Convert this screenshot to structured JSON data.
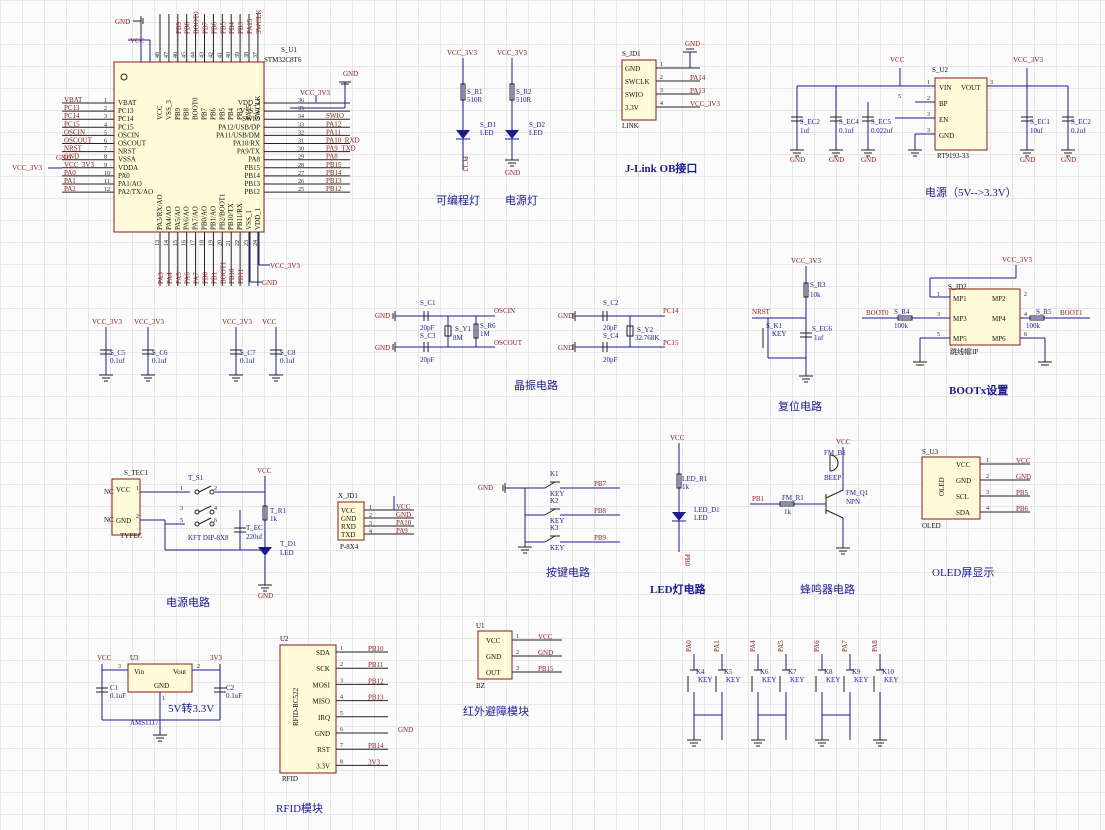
{
  "section_titles": {
    "prog_led": "可编程灯",
    "power_led": "电源灯",
    "jlink": "J-Link OB接口",
    "power_5v": "电源（5V-->3.3V）",
    "crystal": "晶振电路",
    "reset": "复位电路",
    "boot": "BOOTx设置",
    "power_circuit": "电源电路",
    "keys": "按键电路",
    "led_circuit": "LED灯电路",
    "buzzer": "蜂鸣器电路",
    "oled": "OLED屏显示",
    "ldo": "5V转3.3V",
    "ir": "红外避障模块",
    "rfid": "RFID模块"
  },
  "mcu": {
    "designator": "S_U1",
    "part": "STM32C8T6",
    "left_pins": [
      "VBAT",
      "PC13",
      "PC14",
      "PC15",
      "OSCIN",
      "OSCOUT",
      "NRST",
      "VSSA",
      "VDDA",
      "PA0",
      "PA1/AO",
      "PA2/TX/AO"
    ],
    "left_nums": [
      "1",
      "2",
      "3",
      "4",
      "5",
      "6",
      "7",
      "8",
      "9",
      "10",
      "11",
      "12"
    ],
    "right_pins": [
      "VDD_2",
      "VSS_2",
      "SWIO",
      "PA12/USB/DP",
      "PA11/USB/DM",
      "PA10/RX",
      "PA9/TX",
      "PA8",
      "PB15",
      "PB14",
      "PB13",
      "PB12"
    ],
    "right_nums": [
      "36",
      "35",
      "34",
      "33",
      "32",
      "31",
      "30",
      "29",
      "28",
      "27",
      "26",
      "25"
    ],
    "right_nets": [
      "VCC_3V3",
      "",
      "SWIO",
      "PA12",
      "PA11",
      "PA10_RXD",
      "PA9_TXD",
      "PA8",
      "PB15",
      "PB14",
      "PB13",
      "PB12"
    ],
    "left_nets": [
      "VBAT",
      "PC13",
      "PC14",
      "PC15",
      "OSCIN",
      "OSCOUT",
      "NRST",
      "GND",
      "VCC_3V3",
      "PA0",
      "PA1",
      "PA2"
    ],
    "top_pins": [
      "VCC",
      "VSS_3",
      "PB9",
      "PB8",
      "BOOT0",
      "PB7",
      "PB6",
      "PB5",
      "PB4",
      "PB3",
      "PA15",
      "SWCLK"
    ],
    "top_nums": [
      "48",
      "47",
      "46",
      "45",
      "44",
      "43",
      "42",
      "41",
      "40",
      "39",
      "38",
      "37"
    ],
    "top_nets": [
      "",
      "",
      "PB9",
      "PB8",
      "BOOT0",
      "PB7",
      "PB6",
      "PB5",
      "PB4",
      "PB3",
      "PA15",
      "SWCLK"
    ],
    "bottom_pins": [
      "PA3/RX/AO",
      "PA4/AO",
      "PA5/AO",
      "PA6/AO",
      "PA7/AO",
      "PB0/AO",
      "PB1/AO",
      "PB2/BOOT1",
      "PB10/TX",
      "PB11/RX",
      "VSS_1",
      "VDD_1"
    ],
    "bottom_nums": [
      "13",
      "14",
      "15",
      "16",
      "17",
      "18",
      "19",
      "20",
      "21",
      "22",
      "23",
      "24"
    ],
    "bottom_nets": [
      "PA3",
      "PA4",
      "PA5",
      "PA6",
      "PA7",
      "PB0",
      "PB1",
      "BOOT1",
      "PB10",
      "PB11",
      "",
      ""
    ],
    "nets_misc": {
      "gnd": "GND",
      "vcc": "VCC",
      "vcc3": "VCC_3V3"
    }
  },
  "leds_top": {
    "r1": "S_R1",
    "r1v": "510R",
    "d1": "S_D1",
    "d1t": "LED",
    "net1": "PC13",
    "r2": "S_R2",
    "r2v": "510R",
    "d2": "S_D2",
    "d2t": "LED",
    "vcc": "VCC_3V3",
    "gnd": "GND"
  },
  "jlink": {
    "designator": "S_JD1",
    "part": "LINK",
    "pins": [
      "GND",
      "SWCLK",
      "SWIO",
      "3.3V"
    ],
    "nums": [
      "1",
      "2",
      "3",
      "4"
    ],
    "nets": [
      "",
      "PA14",
      "PA13",
      "VCC_3V3"
    ],
    "gnd": "GND"
  },
  "reg": {
    "designator": "S_U2",
    "part": "RT9193-33",
    "pins": [
      "VIN",
      "VOUT",
      "BP",
      "EN",
      "GND"
    ],
    "nums": [
      "1",
      "3",
      "2",
      "3",
      "3"
    ],
    "caps": [
      [
        "S_EC2",
        "1uf"
      ],
      [
        "S_EC4",
        "0.1uf"
      ],
      [
        "S_EC5",
        "0.022uf"
      ],
      [
        "S_EC1",
        "10uf"
      ],
      [
        "S_EC2",
        "0.1uf"
      ]
    ],
    "vcc": "VCC",
    "vcc3": "VCC_3V3",
    "gnd": "GND",
    "num5": "5"
  },
  "xtal": {
    "c1": "S_C1",
    "c1v": "20pF",
    "c3": "S_C3",
    "c3v": "20pF",
    "y1": "S_Y1",
    "y1v": "8M",
    "r6": "S_R6",
    "r6v": "1M",
    "oscin": "OSCIN",
    "oscout": "OSCOUT",
    "c2": "S_C2",
    "c2v": "20pF",
    "c4": "S_C4",
    "c4v": "20pF",
    "y2": "S_Y2",
    "y2v": "32.768K",
    "pc14": "PC14",
    "pc15": "PC15",
    "gnd": "GND"
  },
  "decoup": [
    {
      "d": "S_C5",
      "v": "0.1uf",
      "net": "VCC_3V3"
    },
    {
      "d": "S_C6",
      "v": "0.1uf",
      "net": "VCC_3V3"
    },
    {
      "d": "S_C7",
      "v": "0.1uf",
      "net": "VCC_3V3"
    },
    {
      "d": "S_C8",
      "v": "0.1uf",
      "net": "VCC"
    }
  ],
  "reset": {
    "r3": "S_R3",
    "r3v": "10k",
    "k1": "S_K1",
    "k1t": "KEY",
    "ec6": "S_EC6",
    "ec6v": "1uf",
    "nrst": "NRST",
    "vcc3": "VCC_3V3"
  },
  "boot": {
    "jd2": "S_JD2",
    "part": "跳线帽3P",
    "r4": "S_R4",
    "r4v": "100k",
    "r5": "S_R5",
    "r5v": "100k",
    "boot0": "BOOT0",
    "boot1": "BOOT1",
    "pins": [
      "MP1",
      "MP2",
      "MP3",
      "MP4",
      "MP5",
      "MP6"
    ],
    "nums": [
      "1",
      "2",
      "3",
      "4",
      "5",
      "6"
    ],
    "vcc3": "VCC_3V3"
  },
  "typec": {
    "tec1": "S_TEC1",
    "vcc": "VCC",
    "gnd": "GND",
    "nc": "NC",
    "part": "TYPEC",
    "sw": "T_S1",
    "sw_part": "KFT DIP-8X8",
    "r1": "T_R1",
    "r1v": "1k",
    "ec": "T_EC",
    "ecv": "220uf",
    "d1": "T_D1",
    "d1t": "LED",
    "pins": [
      "1",
      "2",
      "3",
      "4",
      "5",
      "6"
    ]
  },
  "serial": {
    "designator": "X_JD1",
    "part": "P-8X4",
    "pins": [
      "VCC",
      "GND",
      "RXD",
      "TXD"
    ],
    "nums": [
      "1",
      "2",
      "3",
      "4"
    ],
    "nets": [
      "VCC",
      "GND",
      "PA10",
      "PA9"
    ]
  },
  "keys": {
    "labels": [
      "K1",
      "K2",
      "K3"
    ],
    "key": "KEY",
    "nets": [
      "PB7",
      "PB8",
      "PB9"
    ],
    "gnd": "GND"
  },
  "led": {
    "vcc": "VCC",
    "r": "LED_R1",
    "rv": "1k",
    "d": "LED_D1",
    "dt": "LED",
    "net": "PB0"
  },
  "buzzer": {
    "vcc": "VCC",
    "b1": "FM_B1",
    "bt": "BEEP",
    "q1": "FM_Q1",
    "qt": "NPN",
    "r1": "FM_R1",
    "rv": "1k",
    "net": "PB1"
  },
  "oled": {
    "designator": "S_U3",
    "part": "OLED",
    "pins": [
      "VCC",
      "GND",
      "SCL",
      "SDA"
    ],
    "nums": [
      "1",
      "2",
      "3",
      "4"
    ],
    "nets": [
      "VCC",
      "GND",
      "PB5",
      "PB6"
    ]
  },
  "ldo": {
    "u3": "U3",
    "vin": "Vin",
    "gnd": "GND",
    "vout": "Vout",
    "c1": "C1",
    "c1v": "0.1uF",
    "c2": "C2",
    "c2v": "0.1uF",
    "vcc": "VCC",
    "v3": "3V3",
    "part": "AMS1117",
    "n1": "1",
    "n2": "2",
    "n3": "3"
  },
  "ir": {
    "u1": "U1",
    "pins": [
      "VCC",
      "GND",
      "OUT"
    ],
    "nums": [
      "1",
      "2",
      "3"
    ],
    "nets": [
      "VCC",
      "GND",
      "PB15"
    ],
    "part": "BZ"
  },
  "rfid": {
    "u2": "U2",
    "part": "RFID-RC522",
    "sub": "RFID",
    "pins": [
      "SDA",
      "SCK",
      "MOSI",
      "MISO",
      "IRQ",
      "GND",
      "RST",
      "3.3V"
    ],
    "nums": [
      "1",
      "2",
      "3",
      "4",
      "5",
      "6",
      "7",
      "8"
    ],
    "nets": [
      "PB10",
      "PB11",
      "PB12",
      "PB13",
      "",
      "GND",
      "PB14",
      "3V3"
    ]
  },
  "keyrow": {
    "labels": [
      "K4",
      "K5",
      "K6",
      "K7",
      "K8",
      "K9",
      "K10"
    ],
    "key": "KEY",
    "nets": [
      "PA0",
      "PA1",
      "PA4",
      "PA5",
      "PA6",
      "PA7",
      "PA8"
    ]
  }
}
